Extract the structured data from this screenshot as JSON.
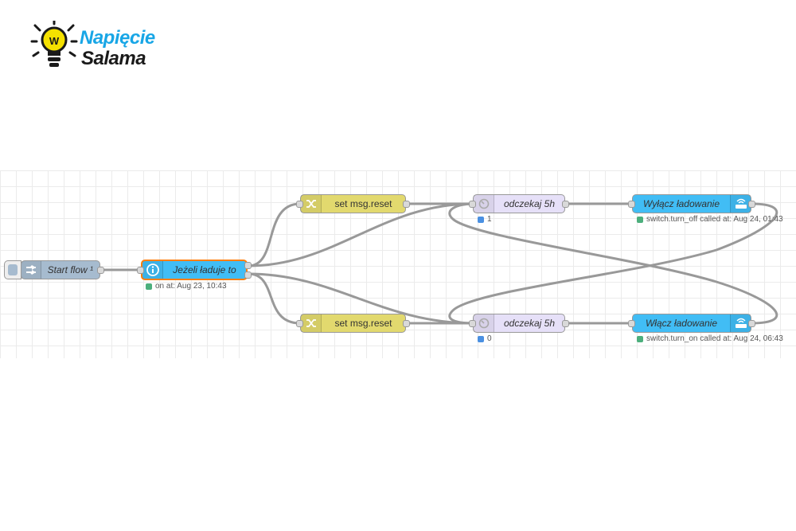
{
  "logo": {
    "line1": "Napięcie",
    "line2": "Salama",
    "bulb_letter": "W",
    "colors": {
      "blue": "#18a6e6",
      "dark": "#1a1a1a",
      "bulb": "#f5e100"
    }
  },
  "nodes": {
    "start": {
      "label": "Start flow",
      "dirty_mark": "¹",
      "icon": "inject-arrow-icon",
      "color": "#a6bbcf"
    },
    "condition": {
      "label": "Jeżeli ładuje to",
      "icon": "info-icon",
      "color": "#41bdf5",
      "status": "on at: Aug 23, 10:43",
      "status_color": "#4caf7d"
    },
    "set_reset_top": {
      "label": "set msg.reset",
      "icon": "shuffle-icon",
      "color": "#e2d96e"
    },
    "set_reset_bottom": {
      "label": "set msg.reset",
      "icon": "shuffle-icon",
      "color": "#e2d96e"
    },
    "delay_top": {
      "label": "odczekaj 5h",
      "icon": "timer-icon",
      "color": "#e6e0f8",
      "status": "1",
      "status_color": "#4a90e2"
    },
    "delay_bottom": {
      "label": "odczekaj 5h",
      "icon": "timer-icon",
      "color": "#e6e0f8",
      "status": "0",
      "status_color": "#4a90e2"
    },
    "switch_off": {
      "label": "Wyłącz ładowanie",
      "icon": "router-icon",
      "color": "#41bdf5",
      "status": "switch.turn_off called at: Aug 24, 01:43",
      "status_color": "#4caf7d"
    },
    "switch_on": {
      "label": "Włącz ładowanie",
      "icon": "router-icon",
      "color": "#41bdf5",
      "status": "switch.turn_on called at: Aug 24, 06:43",
      "status_color": "#4caf7d"
    }
  },
  "colors": {
    "wire": "#999999",
    "grid": "#ebebeb",
    "selected_border": "#ff7f0e"
  }
}
